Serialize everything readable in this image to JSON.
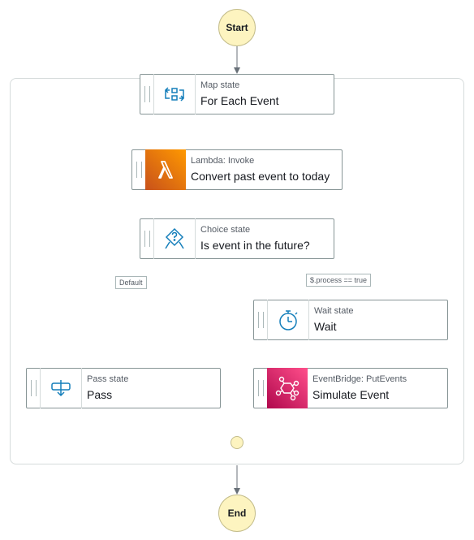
{
  "start": {
    "label": "Start"
  },
  "end": {
    "label": "End"
  },
  "map_state": {
    "type": "Map state",
    "name": "For Each Event",
    "icon": "map-icon"
  },
  "lambda_state": {
    "type": "Lambda: Invoke",
    "name": "Convert past event to today",
    "icon": "lambda-icon",
    "color": "#ED7100"
  },
  "choice_state": {
    "type": "Choice state",
    "name": "Is event in the future?",
    "icon": "choice-icon"
  },
  "pass_state": {
    "type": "Pass state",
    "name": "Pass",
    "icon": "pass-icon"
  },
  "wait_state": {
    "type": "Wait state",
    "name": "Wait",
    "icon": "stopwatch-icon"
  },
  "eventbridge_state": {
    "type": "EventBridge: PutEvents",
    "name": "Simulate Event",
    "icon": "eventbridge-icon",
    "color": "#E7157B"
  },
  "edges": {
    "default_label": "Default",
    "process_label": "$.process == true"
  },
  "colors": {
    "terminal_fill": "#FDF4C0",
    "state_border": "#879596",
    "icon_blue": "#147EBA",
    "edge": "#687078"
  }
}
